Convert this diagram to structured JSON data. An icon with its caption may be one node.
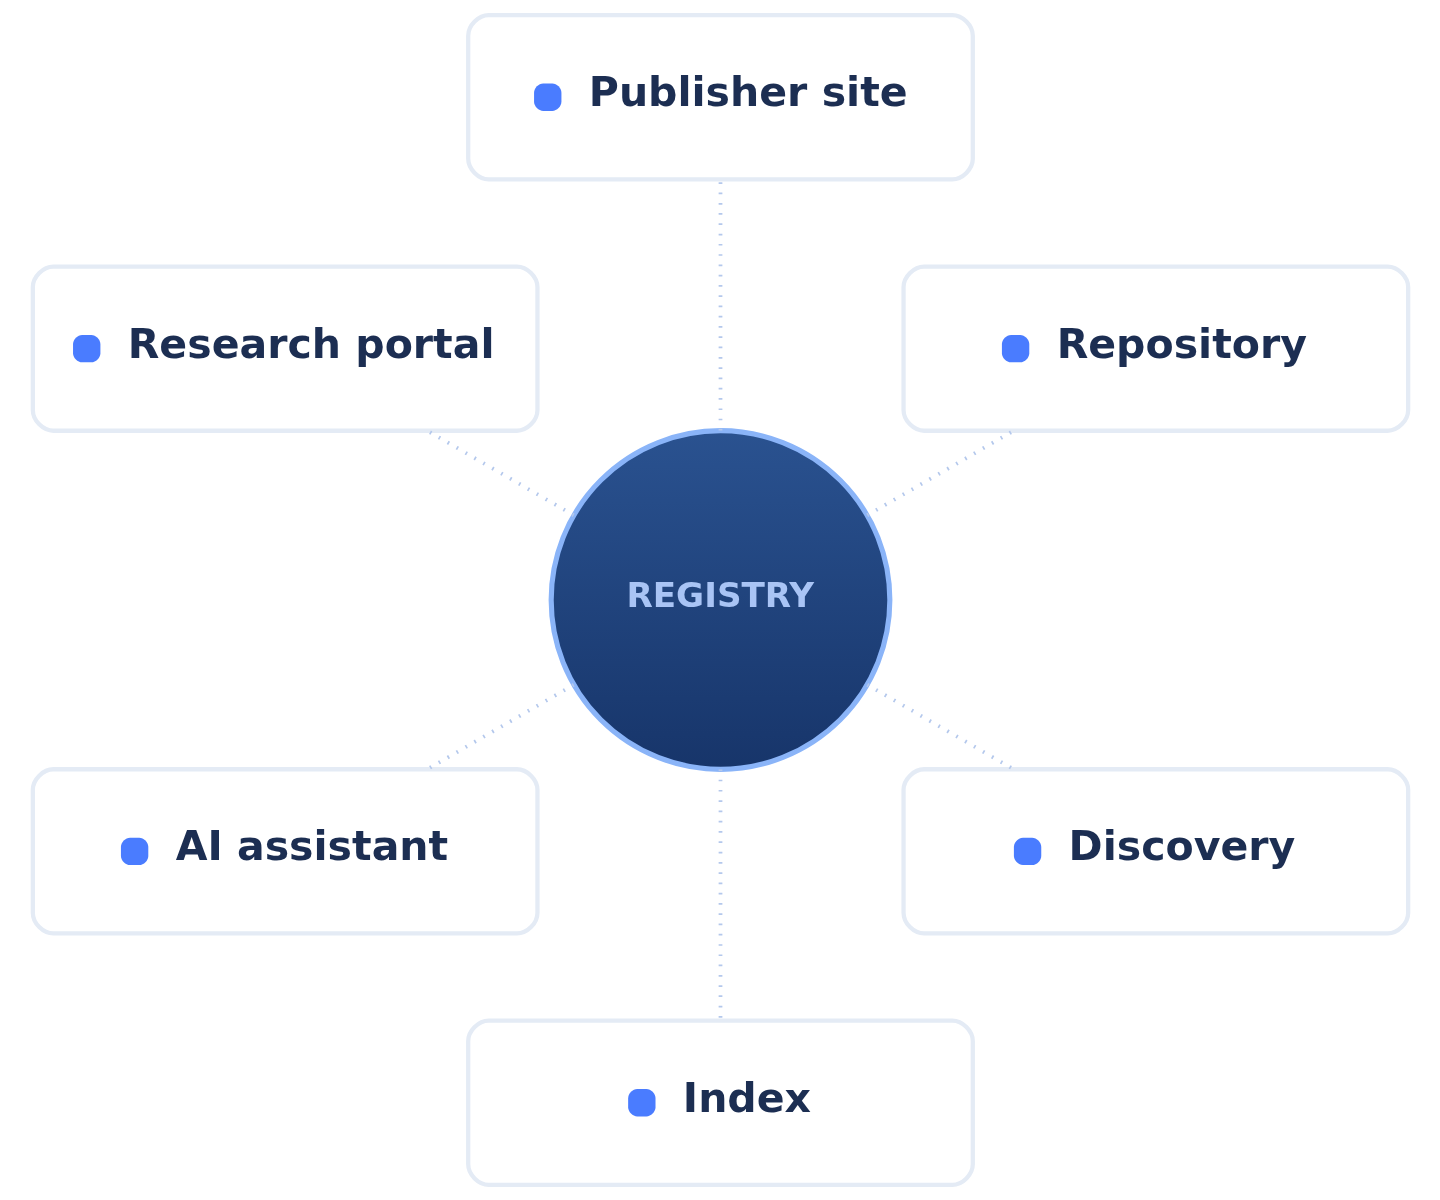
{
  "diagram": {
    "nodes": [
      {
        "text": [
          "Publisher site"
        ]
      },
      {
        "text": [
          "Research portal"
        ]
      },
      {
        "text": [
          "Repository"
        ]
      },
      {
        "text": [
          "REGISTRY"
        ]
      },
      {
        "text": [
          "AI assistant"
        ]
      },
      {
        "text": [
          "Discovery"
        ]
      },
      {
        "text": [
          "Index"
        ]
      }
    ],
    "edges": [
      {
        "from": 3,
        "to": 0,
        "arrow": "none"
      },
      {
        "from": 3,
        "to": 1,
        "arrow": "none"
      },
      {
        "from": 3,
        "to": 2,
        "arrow": "none"
      },
      {
        "from": 3,
        "to": 4,
        "arrow": "none"
      },
      {
        "from": 3,
        "to": 5,
        "arrow": "none"
      },
      {
        "from": 3,
        "to": 6,
        "arrow": "none"
      }
    ]
  }
}
